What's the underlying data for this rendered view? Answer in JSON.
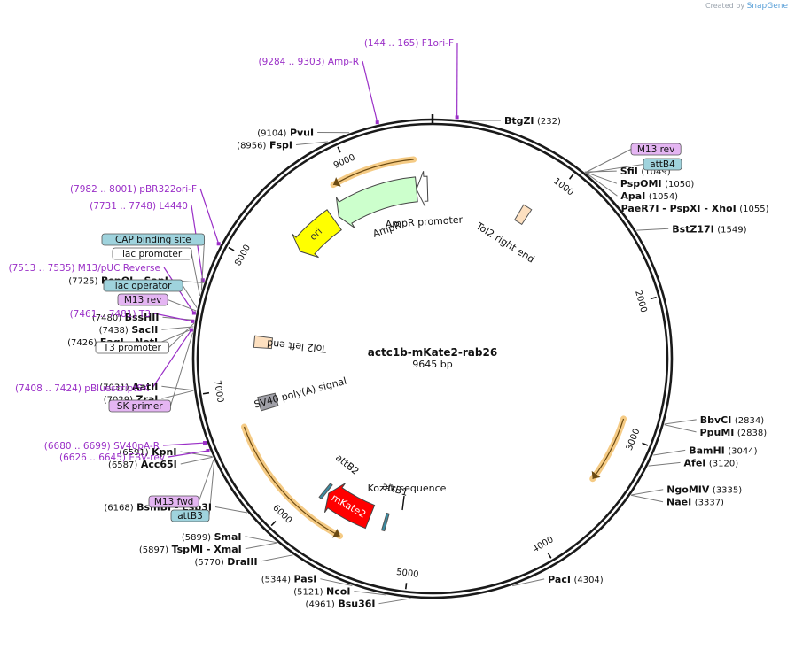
{
  "app": {
    "brand_prefix": "Created by",
    "brand_name": "SnapGene"
  },
  "map": {
    "name": "actc1b-mKate2-rab26",
    "length_label": "9645 bp",
    "total_bp": 9645,
    "ticks": [
      {
        "bp": 1000,
        "label": "1000"
      },
      {
        "bp": 2000,
        "label": "2000"
      },
      {
        "bp": 3000,
        "label": "3000"
      },
      {
        "bp": 4000,
        "label": "4000"
      },
      {
        "bp": 5000,
        "label": "5000"
      },
      {
        "bp": 6000,
        "label": "6000"
      },
      {
        "bp": 7000,
        "label": "7000"
      },
      {
        "bp": 8000,
        "label": "8000"
      },
      {
        "bp": 9000,
        "label": "9000"
      }
    ],
    "features": [
      {
        "name": "mKate2",
        "label": "mKate2",
        "start": 5400,
        "end": 5830,
        "color": "#ff0000",
        "direction": "forward",
        "track": "inner"
      },
      {
        "name": "ori",
        "label": "ori",
        "start": 8280,
        "end": 8700,
        "color": "#ffff00",
        "direction": "reverse",
        "track": "inner"
      },
      {
        "name": "AmpR",
        "label": "AmpR",
        "start": 8750,
        "end": 9500,
        "color": "#ccffcc",
        "direction": "reverse",
        "track": "inner"
      },
      {
        "name": "AmpR promoter",
        "label": "AmpR promoter",
        "start": 9500,
        "end": 9600,
        "color": "#ffffff",
        "direction": "reverse",
        "track": "inner"
      },
      {
        "name": "Tol2 right end",
        "label": "Tol2 right end",
        "start": 820,
        "end": 900,
        "color": "#fde0c0",
        "direction": "none",
        "track": "inner"
      },
      {
        "name": "Tol2 left end",
        "label": "Tol2 left end",
        "start": 7330,
        "end": 7430,
        "color": "#fde0c0",
        "direction": "none",
        "track": "inner"
      },
      {
        "name": "SV40 poly(A) signal",
        "label": "SV40 poly(A) signal",
        "start": 6780,
        "end": 6900,
        "color": "#a0a0a8",
        "direction": "none",
        "track": "inner"
      },
      {
        "name": "attB1",
        "label": "attB1",
        "start": 5240,
        "end": 5265,
        "color": "#3a8aa0",
        "direction": "none",
        "track": "inner"
      },
      {
        "name": "attB2",
        "label": "attB2",
        "start": 5850,
        "end": 5875,
        "color": "#3a8aa0",
        "direction": "none",
        "track": "inner"
      }
    ],
    "orf_arcs": [
      {
        "start": 2880,
        "end": 3400,
        "direction": "forward"
      },
      {
        "start": 5560,
        "end": 6700,
        "direction": "reverse"
      },
      {
        "start": 8850,
        "end": 9500,
        "direction": "reverse"
      }
    ],
    "inner_labels": [
      {
        "name": "kozak-label",
        "text": "Kozak sequence"
      }
    ],
    "sites_right": [
      {
        "name": "BtgZI",
        "pos": "(232)",
        "bp": 232
      },
      {
        "name": "SfiI",
        "pos": "(1049)",
        "bp": 1049
      },
      {
        "name": "PspOMI",
        "pos": "(1050)",
        "bp": 1050
      },
      {
        "name": "ApaI",
        "pos": "(1054)",
        "bp": 1054
      },
      {
        "name": "PaeR7I - PspXI - XhoI",
        "pos": "(1055)",
        "bp": 1055
      },
      {
        "name": "BstZ17I",
        "pos": "(1549)",
        "bp": 1549
      },
      {
        "name": "BbvCI",
        "pos": "(2834)",
        "bp": 2834
      },
      {
        "name": "PpuMI",
        "pos": "(2838)",
        "bp": 2838
      },
      {
        "name": "BamHI",
        "pos": "(3044)",
        "bp": 3044
      },
      {
        "name": "AfeI",
        "pos": "(3120)",
        "bp": 3120
      },
      {
        "name": "NgoMIV",
        "pos": "(3335)",
        "bp": 3335
      },
      {
        "name": "NaeI",
        "pos": "(3337)",
        "bp": 3337
      },
      {
        "name": "PacI",
        "pos": "(4304)",
        "bp": 4304
      }
    ],
    "sites_left": [
      {
        "name": "PvuI",
        "pos": "(9104)",
        "bp": 9104
      },
      {
        "name": "FspI",
        "pos": "(8956)",
        "bp": 8956
      },
      {
        "name": "BspQI - SapI",
        "pos": "(7725)",
        "bp": 7725
      },
      {
        "name": "BssHII",
        "pos": "(7480)",
        "bp": 7480
      },
      {
        "name": "SacII",
        "pos": "(7438)",
        "bp": 7438
      },
      {
        "name": "EagI - NotI",
        "pos": "(7426)",
        "bp": 7426
      },
      {
        "name": "AatII",
        "pos": "(7031)",
        "bp": 7031
      },
      {
        "name": "ZraI",
        "pos": "(7029)",
        "bp": 7029
      },
      {
        "name": "KpnI",
        "pos": "(6591)",
        "bp": 6591
      },
      {
        "name": "Acc65I",
        "pos": "(6587)",
        "bp": 6587
      },
      {
        "name": "BsmBI - Esp3I",
        "pos": "(6168)",
        "bp": 6168
      },
      {
        "name": "SmaI",
        "pos": "(5899)",
        "bp": 5899
      },
      {
        "name": "TspMI - XmaI",
        "pos": "(5897)",
        "bp": 5897
      },
      {
        "name": "DraIII",
        "pos": "(5770)",
        "bp": 5770
      },
      {
        "name": "PasI",
        "pos": "(5344)",
        "bp": 5344
      },
      {
        "name": "NcoI",
        "pos": "(5121)",
        "bp": 5121
      },
      {
        "name": "Bsu36I",
        "pos": "(4961)",
        "bp": 4961
      }
    ],
    "primers": [
      {
        "text": "(144 .. 165)  F1ori-F",
        "bp": 155
      },
      {
        "text": "(9284 .. 9303)  Amp-R",
        "bp": 9293
      },
      {
        "text": "(7982 .. 8001)  pBR322ori-F",
        "bp": 7991
      },
      {
        "text": "(7731 .. 7748)  L4440",
        "bp": 7740
      },
      {
        "text": "(7513 .. 7535)  M13/pUC Reverse",
        "bp": 7524
      },
      {
        "text": "(7461 .. 7481)  T3",
        "bp": 7471
      },
      {
        "text": "(7408 .. 7424)  pBluescriptSK",
        "bp": 7416
      },
      {
        "text": "(6680 .. 6699)  SV40pA-R",
        "bp": 6690
      },
      {
        "text": "(6626 .. 6645)  EBV-rev",
        "bp": 6636
      }
    ],
    "boxed_labels": [
      {
        "text": "M13 rev",
        "style": "purple",
        "side": "right",
        "bp": 1055
      },
      {
        "text": "attB4",
        "style": "teal",
        "side": "right",
        "bp": 1060
      },
      {
        "text": "CAP binding site",
        "style": "teal",
        "side": "left",
        "bp": 7680
      },
      {
        "text": "lac promoter",
        "style": "white",
        "side": "left",
        "bp": 7640
      },
      {
        "text": "lac operator",
        "style": "teal",
        "side": "left",
        "bp": 7560
      },
      {
        "text": "M13 rev",
        "style": "purple",
        "side": "left",
        "bp": 7540
      },
      {
        "text": "T3 promoter",
        "style": "white",
        "side": "left",
        "bp": 7460
      },
      {
        "text": "SK primer",
        "style": "purple",
        "side": "left",
        "bp": 7400
      },
      {
        "text": "M13 fwd",
        "style": "purple",
        "side": "left",
        "bp": 6570
      },
      {
        "text": "attB3",
        "style": "teal",
        "side": "left",
        "bp": 6560
      }
    ],
    "colors": {
      "backbone": "#1a1a1a",
      "site_line": "#7a7a7a",
      "primer": "#9a2fc7",
      "box_purple": "#e4b5f2",
      "box_teal": "#9fd3dd",
      "orf": "#f3c270"
    }
  }
}
